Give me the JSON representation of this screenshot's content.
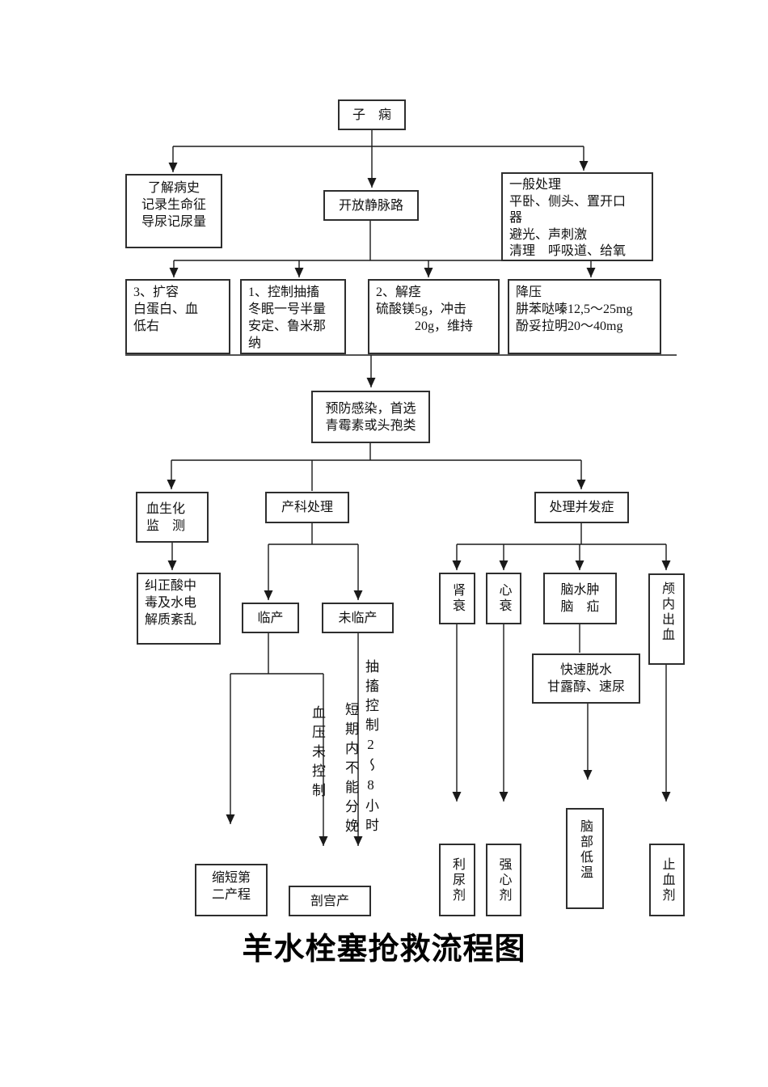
{
  "page_title": "羊水栓塞抢救流程图",
  "nodes": {
    "eclampsia": "子　痫",
    "history": "了解病史\n记录生命征\n导尿记尿量",
    "iv_access": "开放静脉路",
    "general_care": "一般处理\n平卧、侧头、置开口\n器\n避光、声刺激\n清理　呼吸道、给氧",
    "volume_expansion": "3、扩容\n白蛋白、血\n低右",
    "seizure_control": "1、控制抽搐\n冬眠一号半量\n安定、鲁米那纳",
    "antispasm": "2、解痉\n硫酸镁5g，冲击\n　　　20g，维持",
    "antihypertensive": "降压\n肼苯哒嗪12,5～25mg\n酚妥拉明20～40mg",
    "infection_prevention": "预防感染，首选\n青霉素或头孢类",
    "blood_biochem": "血生化\n监　测",
    "obstetric_management": "产科处理",
    "complications": "处理并发症",
    "acidosis_correction": "纠正酸中\n毒及水电\n解质紊乱",
    "in_labor": "临产",
    "not_in_labor": "未临产",
    "renal_failure": "肾衰",
    "heart_failure": "心衰",
    "cerebral_edema": "脑水肿\n脑　疝",
    "intracranial_hemorrhage": "颅内出血",
    "rapid_dehydration": "快速脱水\n甘露醇、速尿",
    "shorten_second_stage": "缩短第\n二产程",
    "cesarean": "剖宫产",
    "diuretic": "利尿剂",
    "cardiotonic": "强心剂",
    "brain_hypothermia": "脑部低温",
    "hemostatic": "止血剂"
  },
  "edge_labels": {
    "bp_uncontrolled": "血压未控制",
    "cannot_deliver_short_term": "短期内不能分娩",
    "seizure_controlled_2_8h": "抽搐控制2～8小时"
  },
  "colors": {
    "line": "#1a1a1a",
    "border": "#2e2e2e",
    "text": "#111111",
    "background": "#ffffff"
  }
}
